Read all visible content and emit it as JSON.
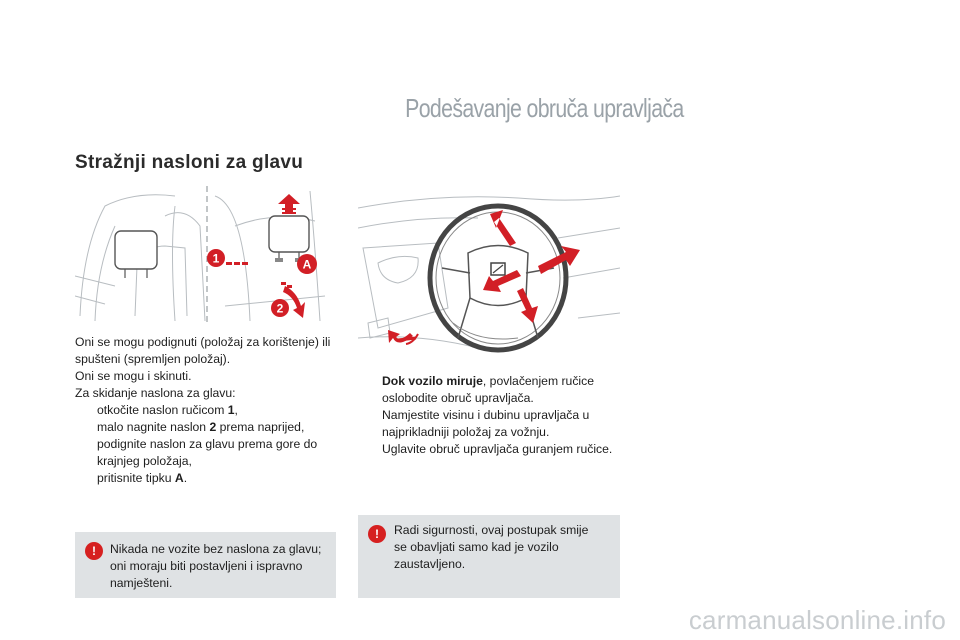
{
  "page_title": "Podešavanje obruča upravljača",
  "left": {
    "section_title": "Stražnji nasloni za glavu",
    "illustration": {
      "labels": [
        "1",
        "A",
        "2"
      ],
      "accent": "#d21f26"
    },
    "intro_lines": [
      "Oni se mogu podignuti (položaj za korištenje) ili",
      "spušteni (spremljen položaj).",
      "Oni se mogu i skinuti.",
      "Za skidanje naslona za glavu:"
    ],
    "steps": [
      {
        "before": "otkočite naslon ručicom ",
        "bold": "1",
        "after": ","
      },
      {
        "before": "malo nagnite naslon ",
        "bold": "2",
        "after": " prema naprijed,"
      },
      {
        "before": "podignite naslon za glavu prema gore do krajnjeg položaja,",
        "bold": "",
        "after": ""
      },
      {
        "before": "pritisnite tipku ",
        "bold": "A",
        "after": "."
      }
    ],
    "warning": {
      "icon": "!",
      "lines": [
        "Nikada ne vozite bez naslona za glavu;",
        "oni moraju biti postavljeni i ispravno",
        "namješteni."
      ]
    }
  },
  "right": {
    "illustration": {
      "accent": "#d21f26"
    },
    "steps": [
      {
        "bold": "Dok vozilo miruje",
        "text": ", povlačenjem ručice oslobodite obruč upravljača."
      },
      {
        "bold": "",
        "text": "Namjestite visinu i dubinu upravljača u najprikladniji položaj za vožnju."
      },
      {
        "bold": "",
        "text": "Uglavite obruč upravljača guranjem ručice."
      }
    ],
    "warning": {
      "icon": "!",
      "lines": [
        "Radi sigurnosti, ovaj postupak smije",
        "se obavljati samo kad je vozilo",
        "zaustavljeno."
      ]
    }
  },
  "bullet_symbol": "",
  "watermark": "carmanualsonline.info"
}
